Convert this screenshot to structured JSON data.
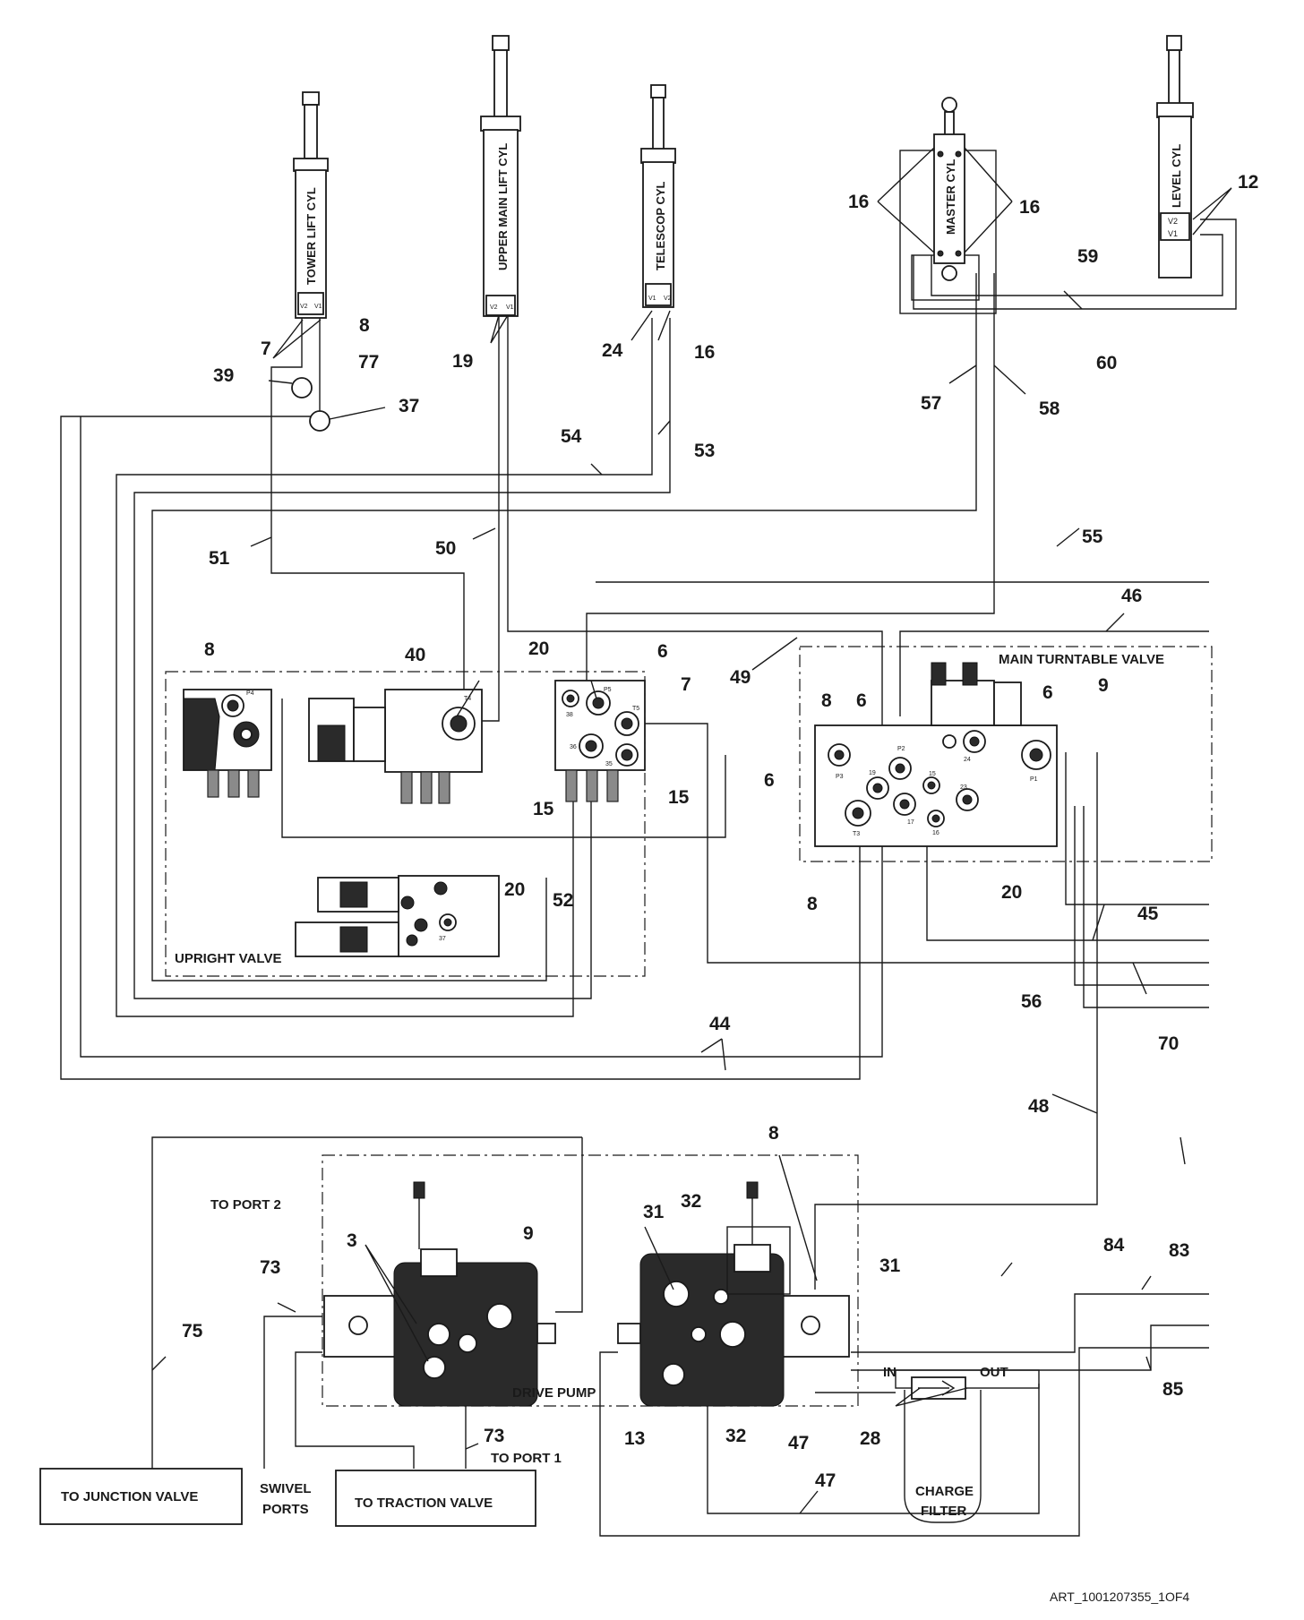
{
  "cylinders": {
    "tower_lift": "TOWER LIFT CYL",
    "upper_main_lift": "UPPER MAIN LIFT CYL",
    "telescop": "TELESCOP CYL",
    "master": "MASTER CYL",
    "level": "LEVEL CYL"
  },
  "valves": {
    "main_turntable": "MAIN TURNTABLE VALVE",
    "upright": "UPRIGHT VALVE",
    "drive_pump": "DRIVE PUMP"
  },
  "boxes": {
    "junction": "TO JUNCTION VALVE",
    "traction": "TO TRACTION VALVE",
    "swivel_line1": "SWIVEL",
    "swivel_line2": "PORTS",
    "charge_filter_line1": "CHARGE",
    "charge_filter_line2": "FILTER"
  },
  "labels": {
    "to_port_2": "TO PORT 2",
    "to_port_1": "TO PORT 1",
    "filter_in": "IN",
    "filter_out": "OUT",
    "art_id": "ART_1001207355_1OF4"
  },
  "port_marks": {
    "v1": "V1",
    "v2": "V2",
    "p1": "P1",
    "p2": "P2",
    "p3": "P3",
    "p4": "P4",
    "p5": "P5",
    "t3": "T3",
    "t4": "T4",
    "t5": "T5",
    "n15": "15",
    "n16": "16",
    "n17": "17",
    "n19": "19",
    "n23": "23",
    "n24": "24",
    "n35": "35",
    "n36": "36",
    "n37": "37",
    "n38": "38"
  },
  "callouts": {
    "c8_tower": "8",
    "c7_tower": "7",
    "c77": "77",
    "c39": "39",
    "c37": "37",
    "c19_upper": "19",
    "c24_tele": "24",
    "c16_tele": "16",
    "c16_master_l": "16",
    "c16_master_r": "16",
    "c12": "12",
    "c59": "59",
    "c60": "60",
    "c57": "57",
    "c58": "58",
    "c54": "54",
    "c53": "53",
    "c51": "51",
    "c50": "50",
    "c55": "55",
    "c46": "46",
    "c49": "49",
    "c8_up": "8",
    "c40": "40",
    "c20_up": "20",
    "c6_up": "6",
    "c7_up": "7",
    "c15_a": "15",
    "c15_b": "15",
    "c52": "52",
    "c20_up2": "20",
    "c8_mt": "8",
    "c6_mt_a": "6",
    "c6_mt_b": "6",
    "c9_mt": "9",
    "c6_mt_c": "6",
    "c8_mt_b": "8",
    "c20_mt": "20",
    "c45": "45",
    "c56": "56",
    "c70": "70",
    "c44": "44",
    "c48": "48",
    "c8_pump": "8",
    "c3": "3",
    "c9_pump": "9",
    "c73_a": "73",
    "c75": "75",
    "c73_b": "73",
    "c31_a": "31",
    "c32_a": "32",
    "c31_b": "31",
    "c84": "84",
    "c83": "83",
    "c85": "85",
    "c13": "13",
    "c32_b": "32",
    "c47_a": "47",
    "c28": "28",
    "c47_b": "47"
  }
}
